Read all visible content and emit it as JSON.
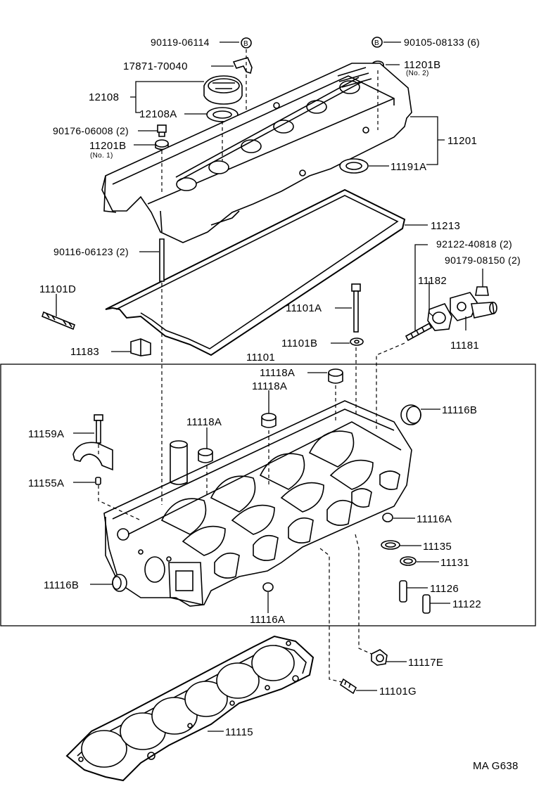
{
  "diagram": {
    "reference_code": "MA G638",
    "callouts": [
      {
        "id": "c01",
        "text": "90119-06114"
      },
      {
        "id": "c02",
        "text": "90105-08133 (6)"
      },
      {
        "id": "c03",
        "text": "17871-70040"
      },
      {
        "id": "c04",
        "text": "11201B"
      },
      {
        "id": "c04n",
        "text": "(No. 2)"
      },
      {
        "id": "c05",
        "text": "12108"
      },
      {
        "id": "c06",
        "text": "12108A"
      },
      {
        "id": "c07",
        "text": "90176-06008 (2)"
      },
      {
        "id": "c08",
        "text": "11201B"
      },
      {
        "id": "c08n",
        "text": "(No. 1)"
      },
      {
        "id": "c09",
        "text": "11201"
      },
      {
        "id": "c10",
        "text": "11191A"
      },
      {
        "id": "c11",
        "text": "11213"
      },
      {
        "id": "c12",
        "text": "90116-06123 (2)"
      },
      {
        "id": "c13",
        "text": "92122-40818 (2)"
      },
      {
        "id": "c14",
        "text": "90179-08150 (2)"
      },
      {
        "id": "c15",
        "text": "11101D"
      },
      {
        "id": "c16",
        "text": "11182"
      },
      {
        "id": "c17",
        "text": "11101A"
      },
      {
        "id": "c18",
        "text": "11101B"
      },
      {
        "id": "c19",
        "text": "11181"
      },
      {
        "id": "c20",
        "text": "11183"
      },
      {
        "id": "c21",
        "text": "11101"
      },
      {
        "id": "c22",
        "text": "11118A"
      },
      {
        "id": "c23",
        "text": "11118A"
      },
      {
        "id": "c24",
        "text": "11116B"
      },
      {
        "id": "c25",
        "text": "11118A"
      },
      {
        "id": "c26",
        "text": "11159A"
      },
      {
        "id": "c27",
        "text": "11155A"
      },
      {
        "id": "c28",
        "text": "11116A"
      },
      {
        "id": "c29",
        "text": "11135"
      },
      {
        "id": "c30",
        "text": "11131"
      },
      {
        "id": "c31",
        "text": "11116B"
      },
      {
        "id": "c32",
        "text": "11126"
      },
      {
        "id": "c33",
        "text": "11122"
      },
      {
        "id": "c34",
        "text": "11116A"
      },
      {
        "id": "c35",
        "text": "11117E"
      },
      {
        "id": "c36",
        "text": "11101G"
      },
      {
        "id": "c37",
        "text": "11115"
      }
    ],
    "badge_letter": "B"
  }
}
